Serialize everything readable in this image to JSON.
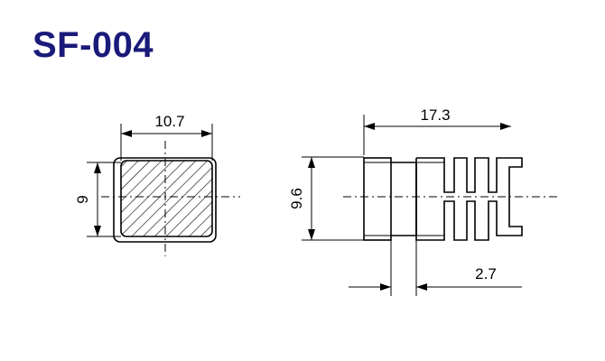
{
  "title": "SF-004",
  "colors": {
    "title": "#1a1a7a",
    "lines": "#000000",
    "background": "#ffffff"
  },
  "dimensions": {
    "front_width": "10.7",
    "front_height": "9",
    "side_length": "17.3",
    "side_height": "9.6",
    "groove_width": "2.7"
  }
}
